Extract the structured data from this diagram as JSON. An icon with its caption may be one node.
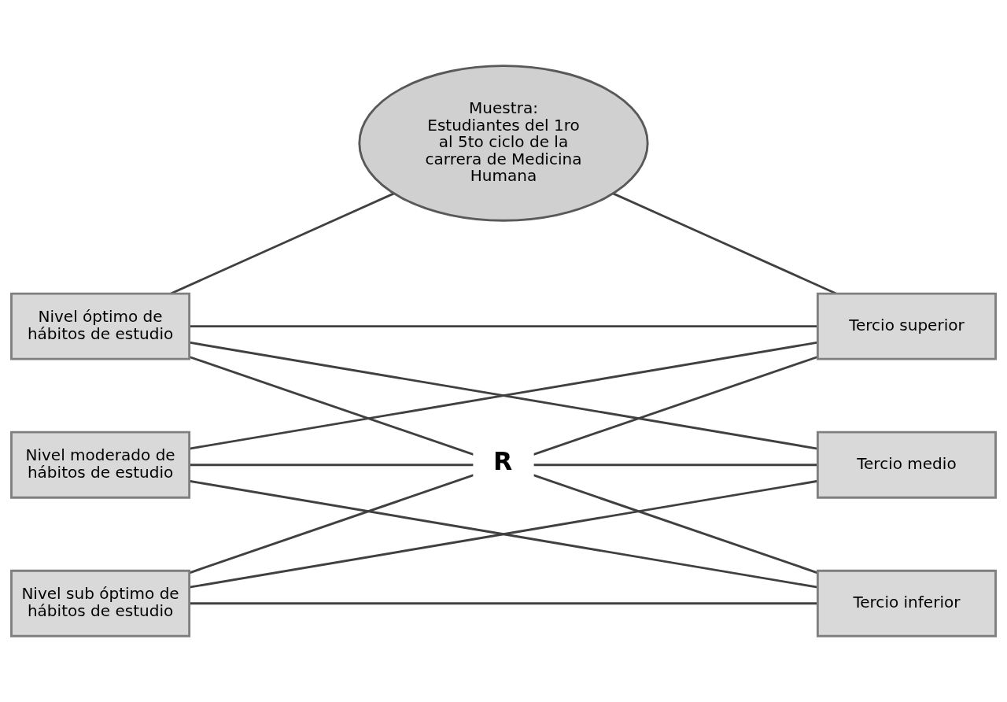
{
  "diagram": {
    "nodes": [
      {
        "text": [
          "Muestra:",
          "Estudiantes del 1ro al 5to ciclo de la carrera de Medicina Humana"
        ]
      },
      {
        "text": [
          "Nivel óptimo de hábitos de estudio"
        ]
      },
      {
        "text": [
          "Tercio superior"
        ]
      },
      {
        "text": [
          "Nivel moderado de hábitos de estudio"
        ]
      },
      {
        "text": [
          "Tercio medio"
        ]
      },
      {
        "text": [
          "Nivel sub óptimo de hábitos de estudio"
        ]
      },
      {
        "text": [
          "Tercio inferior"
        ]
      }
    ],
    "edges": [
      {
        "from": 0,
        "to": 1,
        "arrow": "none"
      },
      {
        "from": 0,
        "to": 2,
        "arrow": "none"
      },
      {
        "from": 1,
        "to": 2,
        "arrow": "none"
      },
      {
        "from": 1,
        "to": 4,
        "arrow": "none"
      },
      {
        "from": 1,
        "to": 6,
        "arrow": "none"
      },
      {
        "from": 3,
        "to": 2,
        "arrow": "none"
      },
      {
        "from": 3,
        "to": 4,
        "arrow": "none"
      },
      {
        "from": 3,
        "to": 6,
        "arrow": "none"
      },
      {
        "from": 5,
        "to": 2,
        "arrow": "none"
      },
      {
        "from": 5,
        "to": 4,
        "arrow": "none"
      },
      {
        "from": 5,
        "to": 6,
        "arrow": "none"
      }
    ],
    "labels": [
      "R"
    ]
  }
}
